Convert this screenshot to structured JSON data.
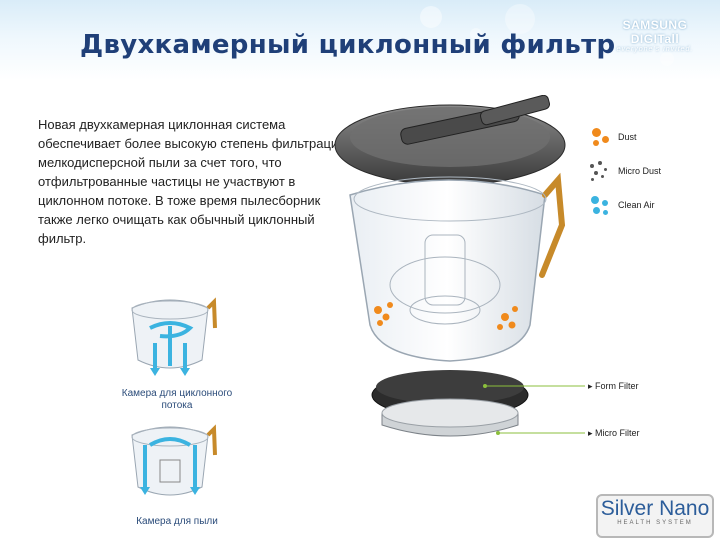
{
  "slide": {
    "title": "Двухкамерный циклонный фильтр",
    "description": "Новая двухкамерная циклонная система обеспечивает более высокую степень фильтрации мелкодисперсной пыли за счет того, что отфильтрованные частицы не участвуют в циклонном потоке. В тоже время пылесборник также легко очищать как обычный циклонный фильтр."
  },
  "brand": {
    "name": "SAMSUNG DIGITall",
    "tagline": "everyone's invited."
  },
  "captions": {
    "chamber_cyclone": "Камера для циклонного потока",
    "chamber_dust": "Камера для пыли"
  },
  "legend": [
    {
      "label": "Dust",
      "color": "#f08a1c",
      "icon": "orange-particles-icon"
    },
    {
      "label": "Micro Dust",
      "color": "#555555",
      "icon": "grey-particles-icon"
    },
    {
      "label": "Clean Air",
      "color": "#3bb3e0",
      "icon": "blue-particles-icon"
    }
  ],
  "callouts": {
    "form_filter": "Form Filter",
    "micro_filter": "Micro Filter"
  },
  "logo": {
    "name": "Silver Nano",
    "tagline": "HEALTH SYSTEM"
  }
}
